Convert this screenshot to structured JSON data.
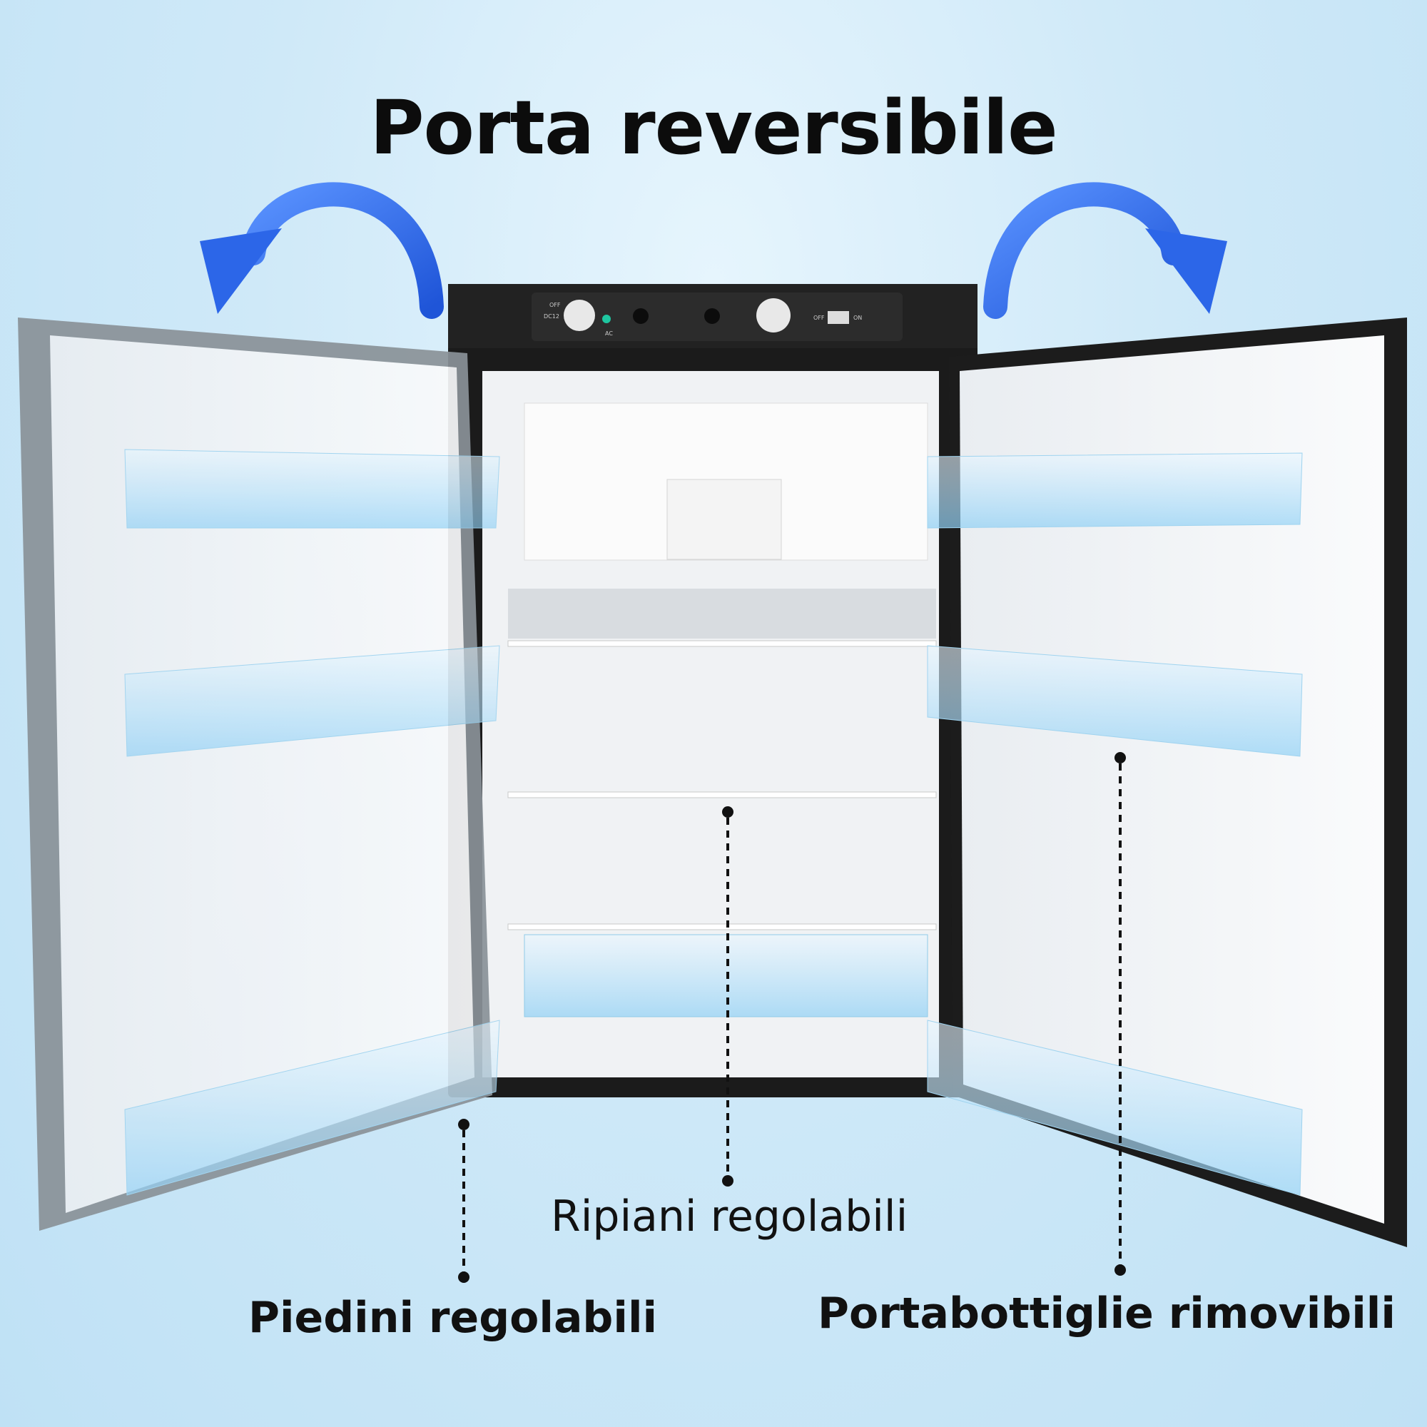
{
  "heading": "Porta reversibile",
  "callouts": {
    "shelves": "Ripiani regolabili",
    "feet": "Piedini regolabili",
    "bottle_holders": "Portabottiglie rimovibili"
  },
  "control_panel": {
    "left_dial_off": "OFF",
    "left_dial_mode": "DC12",
    "left_dial_ac": "AC",
    "switch_off": "OFF",
    "switch_on": "ON"
  },
  "colors": {
    "background": "#cfe9f8",
    "arrow": "#2f6ff0",
    "fridge_body": "#1b1b1b",
    "interior": "#f2f4f6"
  }
}
